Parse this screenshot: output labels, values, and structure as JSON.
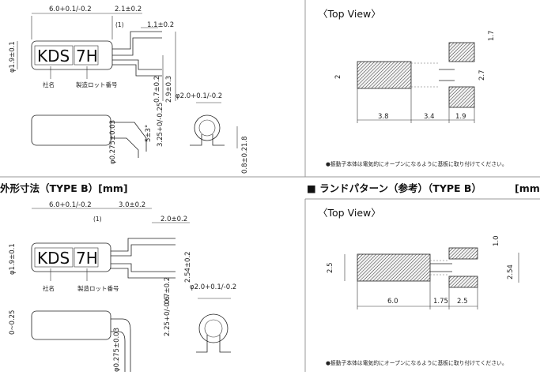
{
  "section_a": {
    "dims": {
      "length": "6.0+0.1/-0.2",
      "lead_offset": "2.1±0.2",
      "callout": "(1)",
      "lead_pitch": "1.1±0.2",
      "diameter": "φ1.9±0.1",
      "lead_width": "0.7±0.2",
      "height": "2.9±0.3",
      "end_dia": "φ2.0+0.1/-0.2",
      "angle": "5±3°",
      "cap_len": "3.25+0/-0.25",
      "lead_dia": "φ0.275±0.03",
      "foot_h": "1.8",
      "foot_w": "0.8±0.2"
    },
    "marking": {
      "brand": "KDS",
      "code": "7H"
    },
    "labels": {
      "company": "社名",
      "lot": "製造ロット番号"
    }
  },
  "land_a": {
    "view_title": "〈Top View〉",
    "dims": {
      "pad_w": "2",
      "gap_top": "1.7",
      "gap_side": "2.7",
      "len1": "3.8",
      "len2": "3.4",
      "len3": "1.9"
    },
    "note": "●振動子本体は電気的にオープンになるように基板に取り付けてください。"
  },
  "section_b": {
    "title": "外形寸法（TYPE B）[mm]",
    "dims": {
      "length": "6.0+0.1/-0.2",
      "lead_offset": "3.0±0.2",
      "callout": "(1)",
      "lead_pitch": "2.0±0.2",
      "diameter": "φ1.9±0.1",
      "pitch": "2.54±0.2",
      "lead_width": "0.7±0.2",
      "end_dia": "φ2.0+0.1/-0.2",
      "side_h": "0~0.25",
      "cap_len": "2.25+0/-0.6",
      "lead_dia": "φ0.275±0.03"
    },
    "marking": {
      "brand": "KDS",
      "code": "7H"
    },
    "labels": {
      "company": "社名",
      "lot": "製造ロット番号"
    }
  },
  "land_b": {
    "title": "■ ランドパターン（参考）（TYPE B）",
    "unit": "[mm]",
    "view_title": "〈Top View〉",
    "dims": {
      "pad_h": "2.5",
      "gap": "1.0",
      "pitch": "2.54",
      "len1": "6.0",
      "len2": "1.75",
      "len3": "2.5"
    },
    "note": "●振動子本体は電気的にオープンになるように基板に取り付けてください。"
  }
}
